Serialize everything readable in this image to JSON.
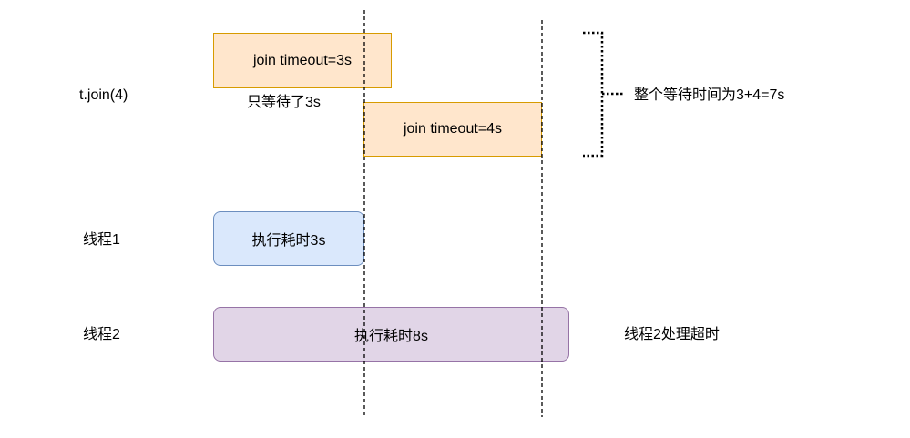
{
  "labels": {
    "tjoin": "t.join(4)",
    "thread1": "线程1",
    "thread2": "线程2",
    "waited": "只等待了3s",
    "total_wait": "整个等待时间为3+4=7s",
    "thread2_timeout": "线程2处理超时"
  },
  "boxes": {
    "join1": "join timeout=3s",
    "join2": "join timeout=4s",
    "exec1": "执行耗时3s",
    "exec2": "执行耗时8s"
  },
  "colors": {
    "orange_fill": "#ffe6cc",
    "orange_stroke": "#d79b00",
    "blue_fill": "#dae8fc",
    "blue_stroke": "#6c8ebf",
    "purple_fill": "#e1d5e7",
    "purple_stroke": "#9673a6"
  }
}
